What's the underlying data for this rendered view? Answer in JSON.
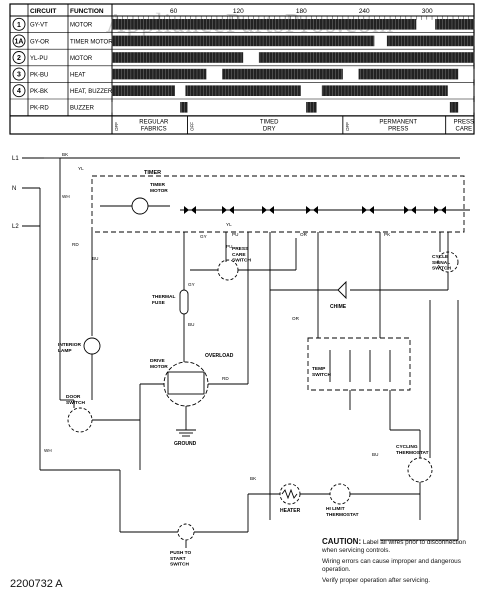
{
  "watermark": "AppliancePartsPros.com",
  "part_number": "2200732 A",
  "chart": {
    "header_circuit": "CIRCUIT",
    "header_function": "FUNCTION",
    "tick_labels": [
      "60",
      "120",
      "180",
      "240",
      "300"
    ],
    "tick_values": [
      60,
      120,
      180,
      240,
      300
    ],
    "timeline_max": 345,
    "rows": [
      {
        "circuit": "1",
        "wire": "GY-VT",
        "function": "MOTOR",
        "on": [
          [
            0,
            290
          ],
          [
            308,
            345
          ]
        ]
      },
      {
        "circuit": "1A",
        "wire": "GY-OR",
        "function": "TIMER MOTOR",
        "on": [
          [
            0,
            250
          ],
          [
            262,
            345
          ]
        ]
      },
      {
        "circuit": "2",
        "wire": "YL-PU",
        "function": "MOTOR",
        "on": [
          [
            0,
            125
          ],
          [
            140,
            345
          ]
        ]
      },
      {
        "circuit": "3",
        "wire": "PK-BU",
        "function": "HEAT",
        "on": [
          [
            0,
            90
          ],
          [
            105,
            220
          ],
          [
            235,
            330
          ]
        ]
      },
      {
        "circuit": "4",
        "wire": "PK-BK",
        "function": "HEAT, BUZZER",
        "on": [
          [
            0,
            60
          ],
          [
            70,
            180
          ],
          [
            200,
            320
          ]
        ]
      },
      {
        "circuit": "",
        "wire": "PK-RD",
        "function": "BUZZER",
        "on": [
          [
            65,
            72
          ],
          [
            185,
            195
          ],
          [
            322,
            330
          ]
        ]
      }
    ],
    "sections": [
      {
        "off": "OFF",
        "label": "REGULAR\nFABRICS"
      },
      {
        "off": "OFF",
        "label": "TIMED\nDRY"
      },
      {
        "off": "OFF",
        "label": "PERMANENT\nPRESS"
      },
      {
        "off": "",
        "label": "PRESS\nCARE"
      }
    ],
    "section_bounds": [
      0,
      72,
      220,
      318,
      345
    ]
  },
  "schematic": {
    "labels": {
      "l1": "L1",
      "n": "N",
      "l2": "L2",
      "timer": "TIMER",
      "timer_motor": "TIMER\nMOTOR",
      "press_care_switch": "PRESS\nCARE\nSWITCH",
      "cycle_signal_switch": "CYCLE\nSIGNAL\nSWITCH",
      "chime": "CHIME",
      "thermal_fuse": "THERMAL\nFUSE",
      "interior_lamp": "INTERIOR\nLAMP",
      "drive_motor": "DRIVE\nMOTOR",
      "overload": "OVERLOAD",
      "door_switch": "DOOR\nSWITCH",
      "ground": "GROUND",
      "temp_switch": "TEMP\nSWITCH",
      "cycling_thermostat": "CYCLING\nTHERMOSTAT",
      "heater": "HEATER",
      "hi_limit_thermostat": "HI LIMIT\nTHERMOSTAT",
      "push_to_start_switch": "PUSH TO\nSTART\nSWITCH"
    },
    "wire_colors": [
      "BK",
      "YL",
      "WH",
      "GY",
      "BU",
      "PU",
      "OR",
      "PK",
      "RD",
      "GY",
      "BU",
      "OR",
      "PU",
      "YL",
      "RD",
      "WH",
      "BK",
      "BU"
    ]
  },
  "caution": {
    "title": "CAUTION:",
    "line1": "Label all wires prior to disconnection when servicing controls.",
    "line2": "Wiring errors can cause improper and dangerous operation.",
    "line3": "Verify proper operation after servicing."
  }
}
